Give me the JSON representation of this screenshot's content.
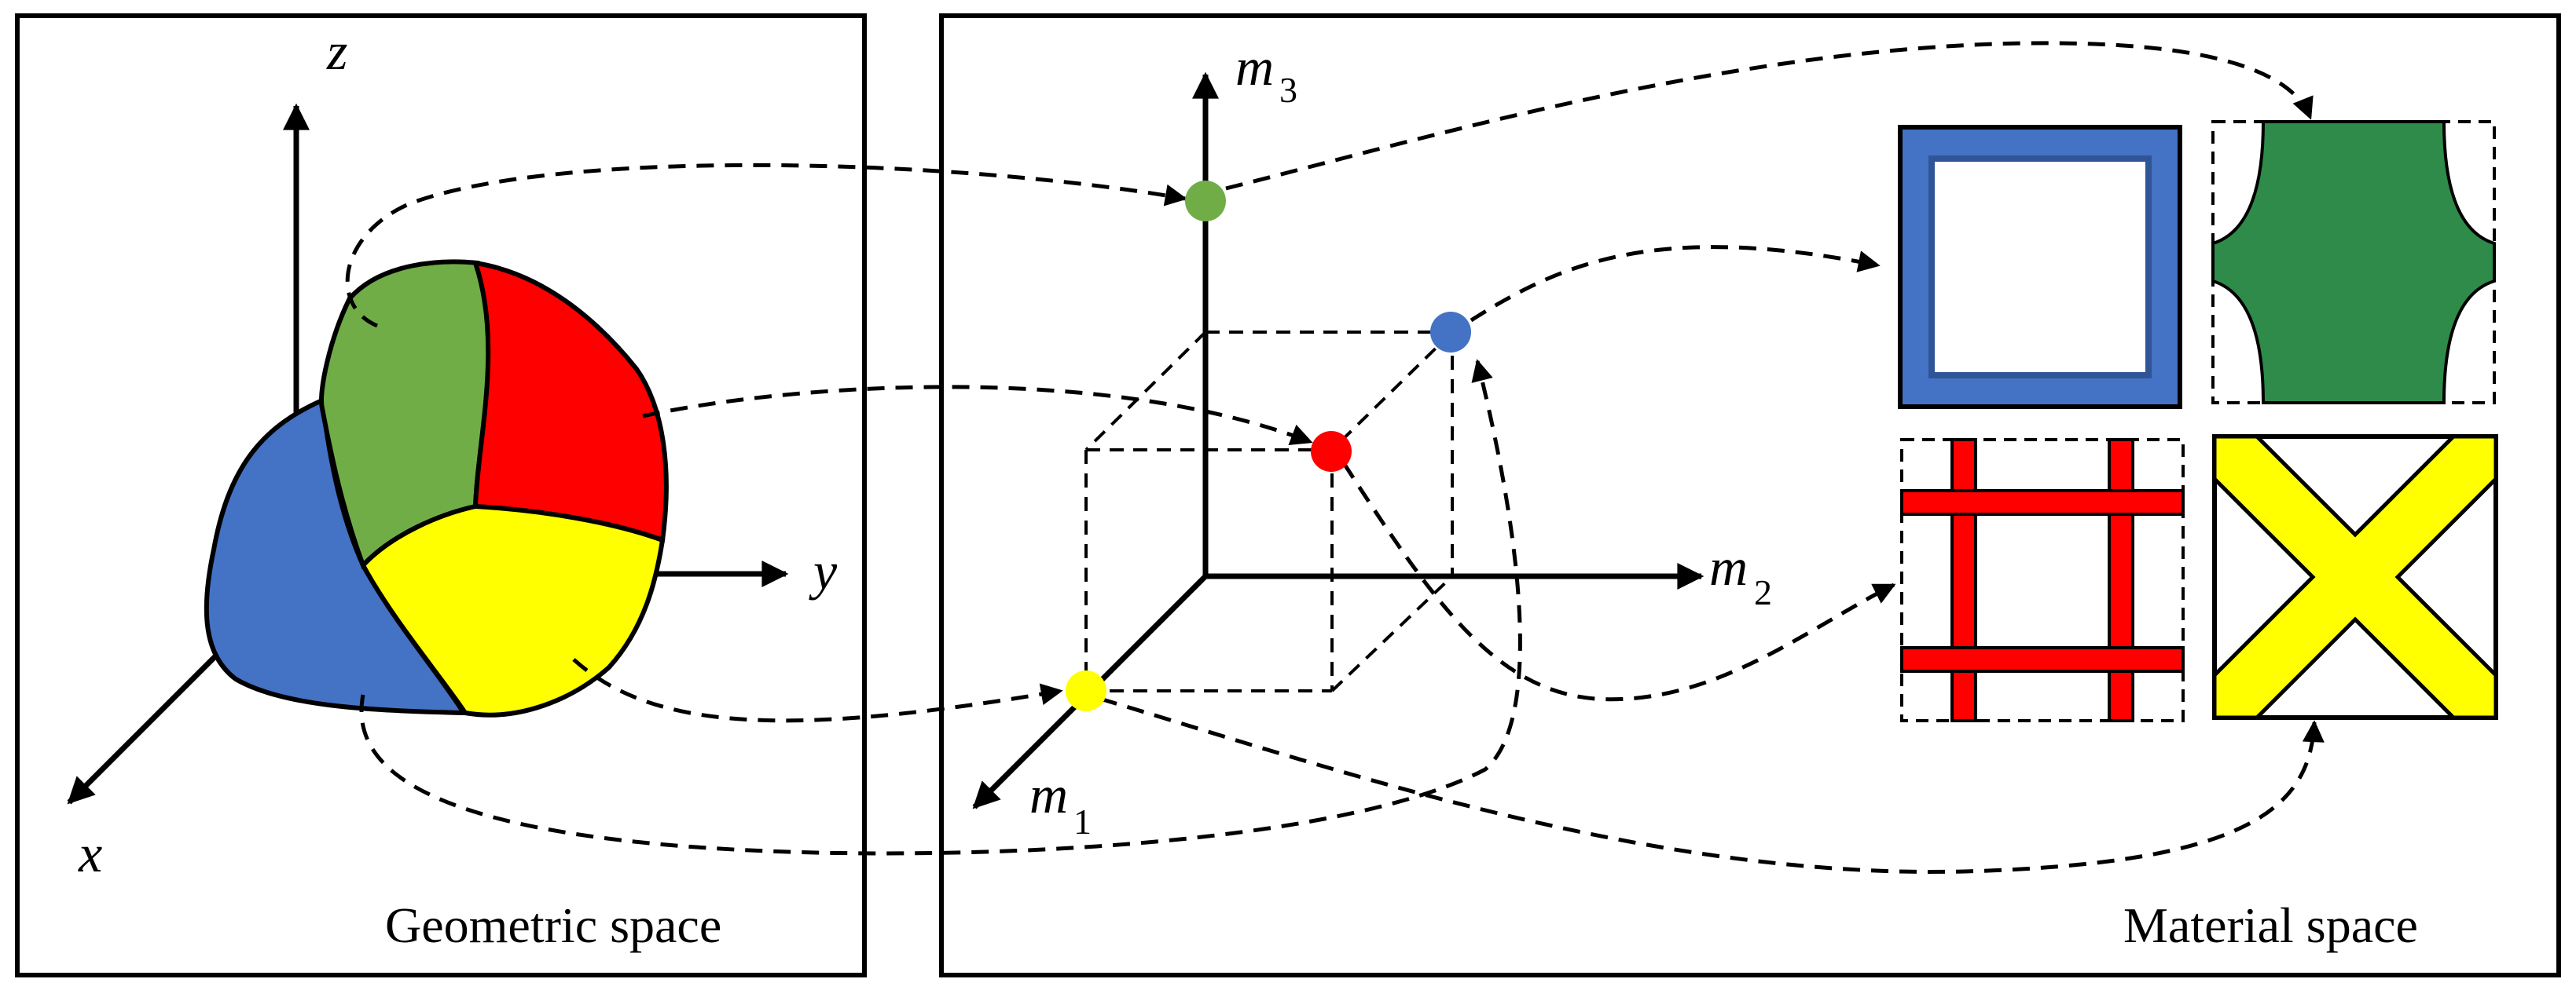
{
  "geometric_panel": {
    "label": "Geometric space",
    "axes": {
      "x": "x",
      "y": "y",
      "z": "z"
    }
  },
  "material_panel": {
    "label": "Material space",
    "axes": [
      {
        "base": "m",
        "sub": "1"
      },
      {
        "base": "m",
        "sub": "2"
      },
      {
        "base": "m",
        "sub": "3"
      }
    ]
  },
  "colors": {
    "blue": "#4472c4",
    "green": "#70ad47",
    "red": "#ff0000",
    "yellow": "#ffff00",
    "dark_green": "#2e8b4a"
  },
  "regions": [
    "blue",
    "green",
    "red",
    "yellow"
  ],
  "material_points": [
    "green",
    "blue",
    "red",
    "yellow"
  ],
  "microstructures": [
    {
      "name": "hollow-square",
      "color": "blue"
    },
    {
      "name": "concave-cross",
      "color": "dark_green"
    },
    {
      "name": "grid-lattice",
      "color": "red"
    },
    {
      "name": "x-cross",
      "color": "yellow"
    }
  ]
}
